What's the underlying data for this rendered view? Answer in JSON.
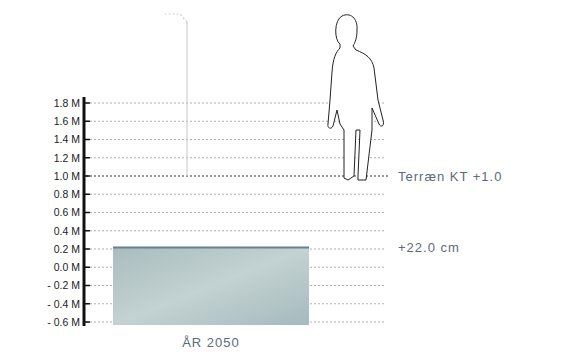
{
  "diagram": {
    "labels": [
      "1.8 M",
      "1.6 M",
      "1.4 M",
      "1.2 M",
      "1.0 M",
      "0.8 M",
      "0.6 M",
      "0.4 M",
      "0.2 M",
      "0.0 M",
      "- 0.2 M",
      "- 0.4 M",
      "- 0.6 M",
      "Terræn KT +1.0",
      "+22.0 cm",
      "ÅR 2050"
    ]
  }
}
